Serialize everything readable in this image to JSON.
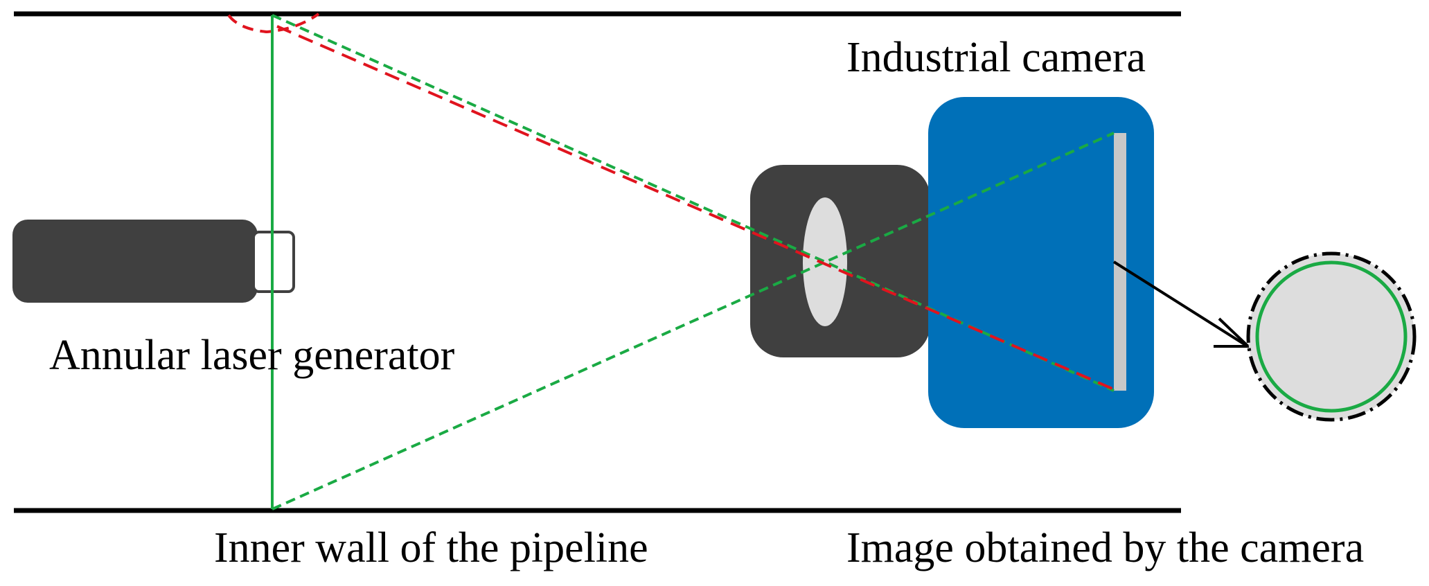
{
  "labels": {
    "industrial_camera": "Industrial camera",
    "annular_laser_generator": "Annular laser generator",
    "inner_wall": "Inner wall of the pipeline",
    "image_obtained": "Image obtained by the camera"
  },
  "colors": {
    "wall": "#000000",
    "laser_body": "#404040",
    "laser_aperture": "#ffffff",
    "camera_body": "#0070b8",
    "camera_lens_housing": "#404040",
    "lens": "#dddddd",
    "sensor": "#c8c8c8",
    "green_ray": "#1aaa44",
    "red_ray": "#e0141e",
    "image_fill": "#dddddd",
    "arrow": "#000000"
  }
}
